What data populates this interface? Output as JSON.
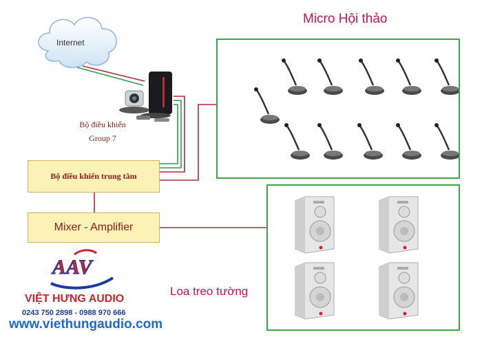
{
  "diagram": {
    "title_micro": "Micro Hội thảo",
    "title_speakers": "Loa treo tường",
    "cloud_label": "Internet",
    "group_controller_label_line1": "Bộ điều khiển",
    "group_controller_label_line2": "Group 7",
    "central_controller_label": "Bộ điều khiển trung tâm",
    "mixer_label": "Mixer - Amplifier"
  },
  "brand": {
    "logo_text": "AAV",
    "name": "VIỆT HƯNG AUDIO",
    "phone": "0243 750 2898 - 0988 970 666",
    "website": "www.viethungaudio.com"
  },
  "colors": {
    "wire_red": "#b0283c",
    "wire_green": "#2e9a4e",
    "panel_border": "#3aa64a",
    "title_pink": "#c0145a"
  },
  "icons": [
    "cloud-icon",
    "video-conference-unit-icon",
    "microphone-icon",
    "wall-speaker-icon"
  ]
}
